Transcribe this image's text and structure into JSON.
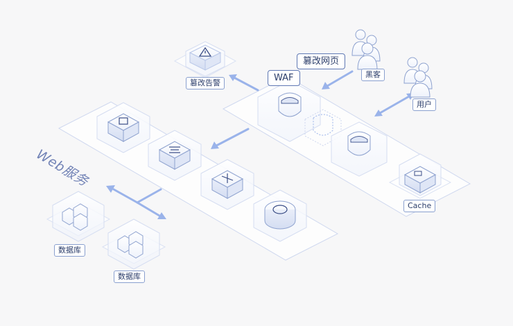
{
  "labels": {
    "web_service": "Web服务",
    "tamper_alert": "篡改告警",
    "tamper_page": "篡改网页",
    "waf": "WAF",
    "hacker": "黑客",
    "user": "用户",
    "cache": "Cache",
    "database_1": "数据库",
    "database_2": "数据库"
  },
  "colors": {
    "accent": "#9ab3ea",
    "line": "#8aa0cf",
    "text": "#2c3e6b",
    "panel": "#ffffff",
    "background": "#f7f7f8"
  },
  "icons": [
    "warning-triangle-icon",
    "shield-icon",
    "server-icon",
    "network-icon",
    "database-hexagon-icon",
    "person-icon",
    "cache-icon"
  ]
}
